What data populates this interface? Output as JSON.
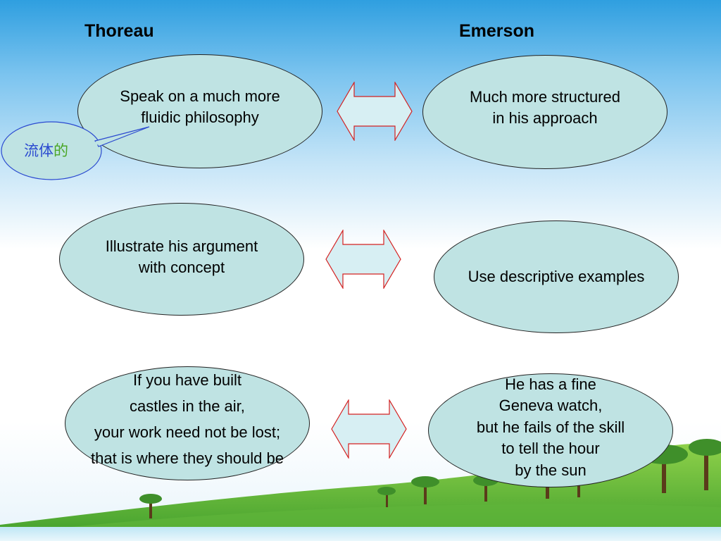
{
  "headers": {
    "left": "Thoreau",
    "right": "Emerson"
  },
  "rows": [
    {
      "left": "Speak on a much more\nfluidic philosophy",
      "right": "Much more structured\nin his approach"
    },
    {
      "left": "Illustrate his argument\nwith concept",
      "right": "Use descriptive examples"
    },
    {
      "left": "If you have built\ncastles in the air,\nyour work need not be lost;\nthat is where they should be",
      "right": "He has a fine\nGeneva watch,\nbut he fails of the skill\nto tell the hour\nby the sun"
    }
  ],
  "callout": {
    "part1": "流体",
    "part2": "的"
  },
  "colors": {
    "ellipse_fill": "#bfe3e3",
    "arrow_fill": "#d7eff3",
    "arrow_stroke": "#d42020"
  }
}
